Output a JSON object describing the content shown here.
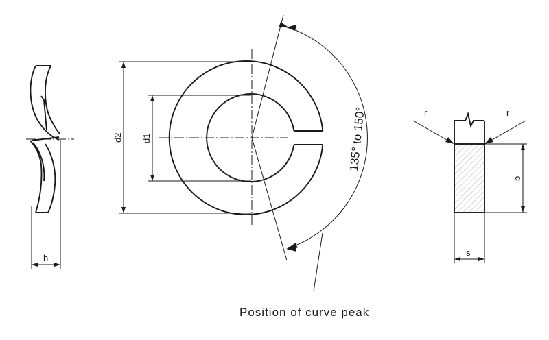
{
  "labels": {
    "h": "h",
    "d2": "d2",
    "d1": "d1",
    "angle": "135° to 150°",
    "r_left": "r",
    "r_right": "r",
    "b": "b",
    "s": "s",
    "caption": "Position of curve peak"
  },
  "colors": {
    "line": "#1a1a1a",
    "hatch": "#999999",
    "background": "#ffffff"
  }
}
